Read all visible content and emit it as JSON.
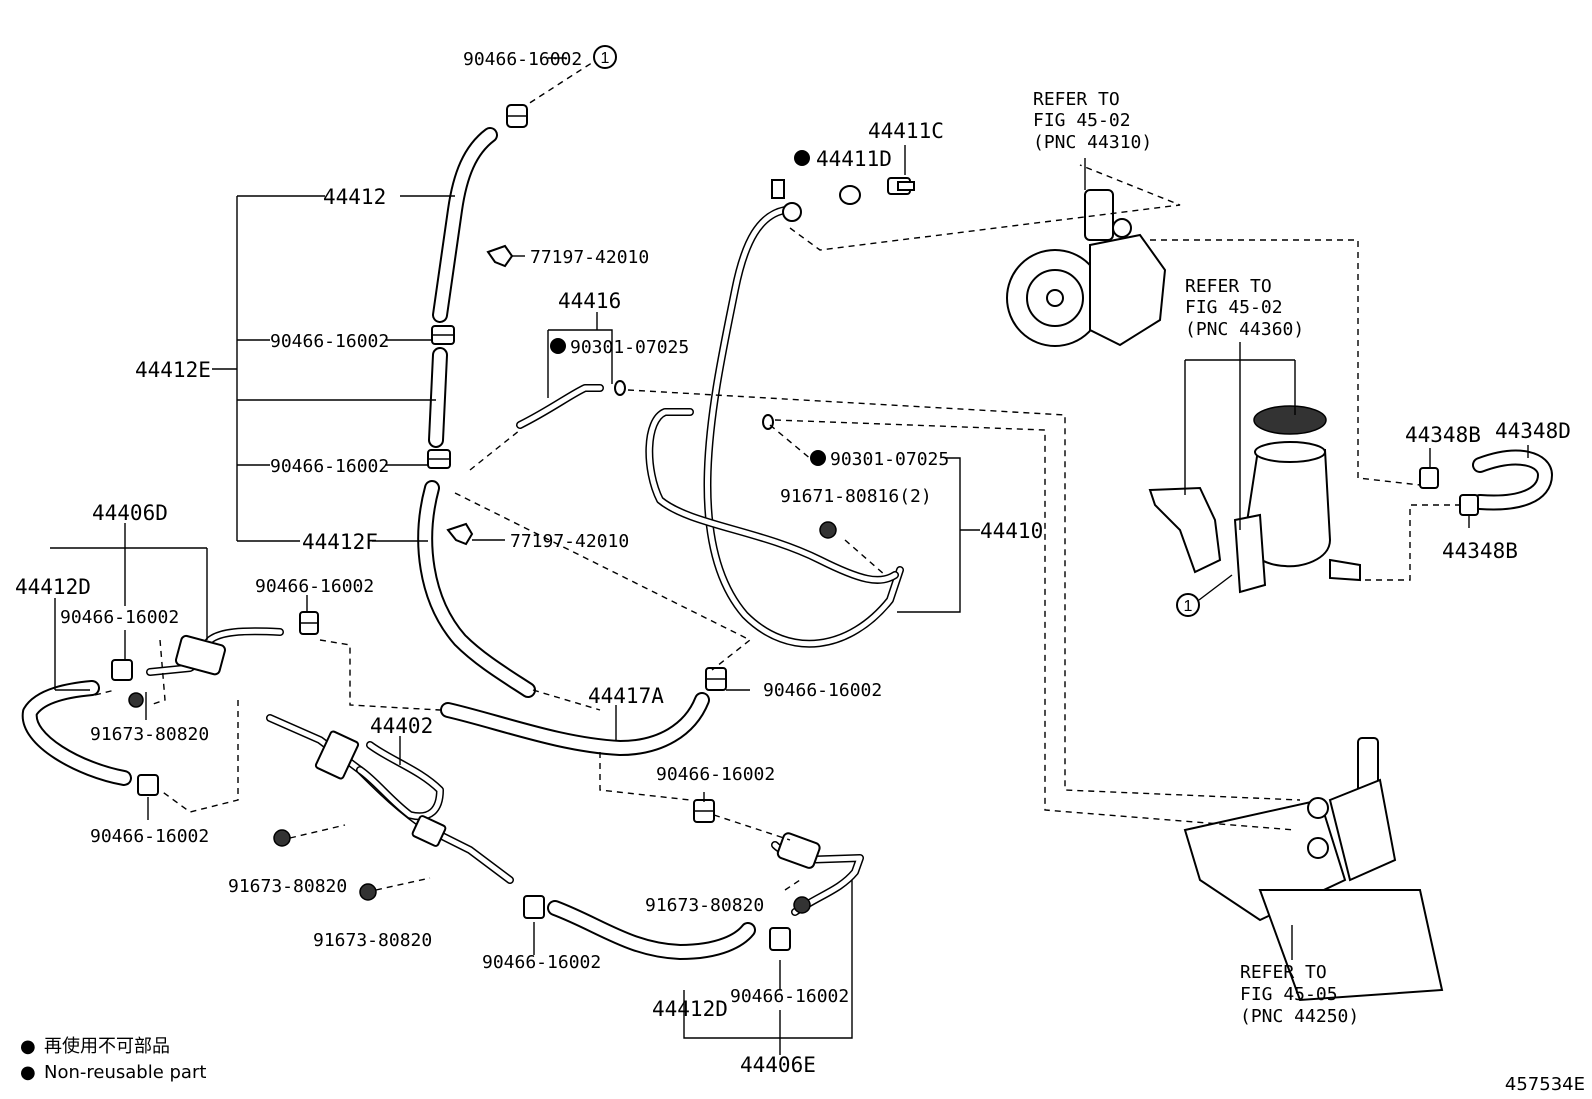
{
  "figure_id": "457534E",
  "legend": {
    "marker": "●",
    "line1": "再使用不可部品",
    "line2": "Non-reusable part"
  },
  "labels": {
    "p_90466_16002": "90466-16002",
    "p_77197_42010": "77197-42010",
    "p_91673_80820": "91673-80820",
    "p_91671_80816_2": "91671-80816(2)",
    "p_90301_07025": "90301-07025",
    "p_44412": "44412",
    "p_44412E": "44412E",
    "p_44412F": "44412F",
    "p_44412D": "44412D",
    "p_44416": "44416",
    "p_44411C": "44411C",
    "p_44411D": "44411D",
    "p_44410": "44410",
    "p_44406D": "44406D",
    "p_44406E": "44406E",
    "p_44417A": "44417A",
    "p_44402": "44402",
    "p_44348B": "44348B",
    "p_44348D": "44348D",
    "circle_ref": "1"
  },
  "refer": {
    "pump": {
      "line1": "REFER TO",
      "line2": "FIG 45-02",
      "line3": "(PNC 44310)"
    },
    "reservoir": {
      "line1": "REFER TO",
      "line2": "FIG 45-02",
      "line3": "(PNC 44360)"
    },
    "gear": {
      "line1": "REFER TO",
      "line2": "FIG 45-05",
      "line3": "(PNC 44250)"
    }
  }
}
